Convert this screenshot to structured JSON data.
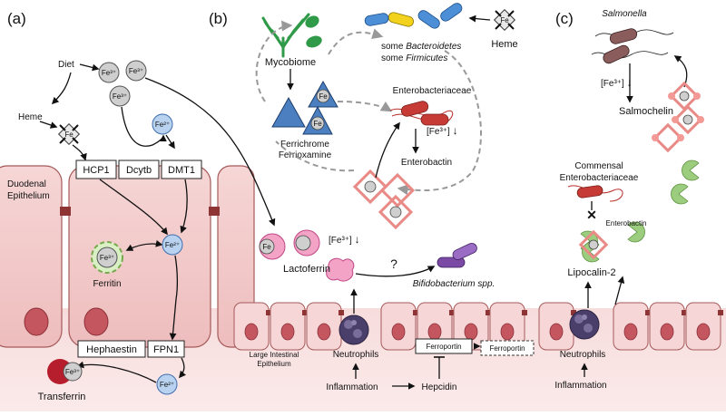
{
  "panels": {
    "a": "(a)",
    "b": "(b)",
    "c": "(c)"
  },
  "panel_a": {
    "diet": "Diet",
    "heme": "Heme",
    "fe3": "Fe³⁺",
    "fe2": "Fe²⁺",
    "fe": "Fe",
    "duodenal": [
      "Duodenal",
      "Epithelium"
    ],
    "transporters": [
      "HCP1",
      "Dcytb",
      "DMT1"
    ],
    "ferritin": "Ferritin",
    "hephaestin": "Hephaestin",
    "fpn1": "FPN1",
    "transferrin": "Transferrin"
  },
  "panel_b": {
    "mycobiome": "Mycobiome",
    "siderophores": [
      "Ferrichrome",
      "Ferrioxamine"
    ],
    "bacteroidetes_prefix": "some ",
    "bacteroidetes": "Bacteroidetes",
    "firmicutes": "Firmicutes",
    "heme": "Heme",
    "enterobacteriaceae": "Enterobacteriaceae",
    "fe3_low": "[Fe³⁺]",
    "down_arrow": "↓",
    "enterobactin": "Enterobactin",
    "lactoferrin": "Lactoferrin",
    "question": "?",
    "bifidobacterium": "Bifidobacterium spp.",
    "large_epi": [
      "Large Intestinal",
      "Epithelium"
    ],
    "neutrophils": "Neutrophils",
    "ferroportin": "Ferroportin",
    "inflammation": "Inflammation",
    "hepcidin": "Hepcidin"
  },
  "panel_c": {
    "salmonella": "Salmonella",
    "fe3_low": "[Fe³⁺]",
    "salmochelin": "Salmochelin",
    "commensal": [
      "Commensal",
      "Enterobacteriaceae"
    ],
    "enterobactin": "Enterobactin",
    "lipocalin": "Lipocalin-2",
    "neutrophils": "Neutrophils",
    "inflammation": "Inflammation"
  },
  "colors": {
    "fe_gray": "#c9c9c9",
    "fe2_blue": "#b9d2f0",
    "epithelium": "#f3d3d3",
    "epithelium_border": "#a55a5a",
    "nucleus": "#c4565f",
    "heme_red": "#d22",
    "transferrin": "#b61e2e",
    "salmochelin": "#f39a96",
    "lipocalin_green": "#9ccc7d",
    "mycobiome_green": "#2f9a48",
    "pyramid_blue": "#4b7fbf",
    "neutrophil": "#4a3f6b",
    "lactoferrin": "#e879ac"
  }
}
